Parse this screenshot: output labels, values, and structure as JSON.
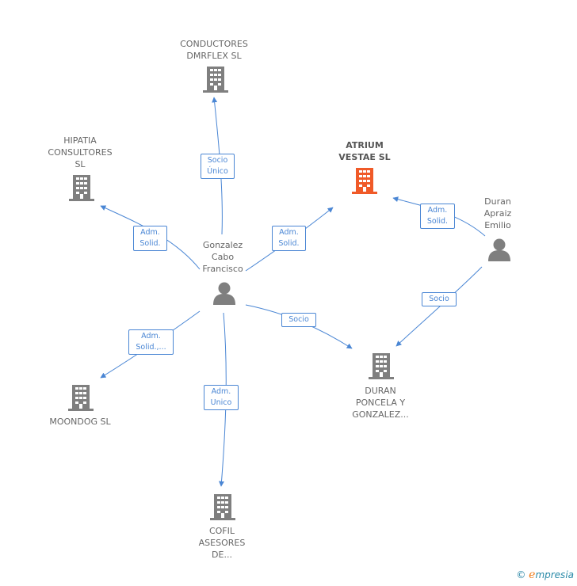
{
  "colors": {
    "edge": "#4a86d4",
    "company": "#7f7f7f",
    "focus_company": "#f05a28",
    "person": "#7f7f7f"
  },
  "nodes": {
    "conductores": {
      "label": "CONDUCTORES\nDMRFLEX  SL",
      "kind": "company"
    },
    "hipatia": {
      "label": "HIPATIA\nCONSULTORES\nSL",
      "kind": "company"
    },
    "atrium": {
      "label": "ATRIUM\nVESTAE  SL",
      "kind": "company-focus"
    },
    "gonzalez": {
      "label": "Gonzalez\nCabo\nFrancisco",
      "kind": "person"
    },
    "duran_person": {
      "label": "Duran\nApraiz\nEmilio",
      "kind": "person"
    },
    "moondog": {
      "label": "MOONDOG  SL",
      "kind": "company"
    },
    "duran_company": {
      "label": "DURAN\nPONCELA Y\nGONZALEZ...",
      "kind": "company"
    },
    "cofil": {
      "label": "COFIL\nASESORES\nDE...",
      "kind": "company"
    }
  },
  "edges": {
    "gonzalez_conductores": "Socio\nÚnico",
    "gonzalez_hipatia": "Adm.\nSolid.",
    "gonzalez_atrium": "Adm.\nSolid.",
    "duran_atrium": "Adm.\nSolid.",
    "duran_durancompany": "Socio",
    "gonzalez_durancompany": "Socio",
    "gonzalez_moondog": "Adm.\nSolid.,...",
    "gonzalez_cofil": "Adm.\nUnico"
  },
  "footer": {
    "copyright": "©",
    "brand_e": "e",
    "brand_rest": "mpresia"
  }
}
